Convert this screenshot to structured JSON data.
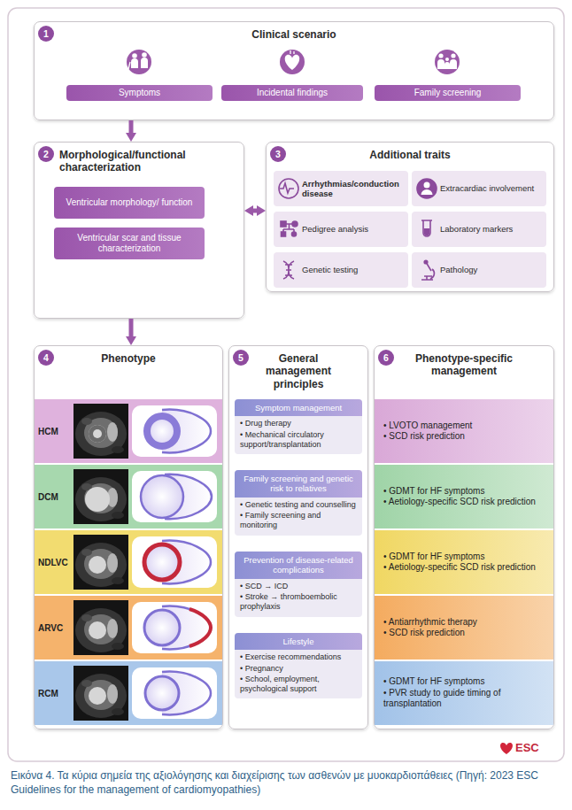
{
  "diagram": {
    "caption": "Εικόνα 4. Τα κύρια σημεία της αξιολόγησης και διαχείρισης των ασθενών με μυοκαρδιοπάθειες (Πηγή: 2023 ESC Guidelines for the management of cardiomyopathies)",
    "nodes": [
      {
        "text": [
          "Clinical scenario"
        ]
      },
      {
        "text": [
          "1"
        ],
        "in": 0
      },
      {
        "text": [
          "Symptoms"
        ],
        "in": 0
      },
      {
        "text": [
          "Incidental findings"
        ],
        "in": 0
      },
      {
        "text": [
          "Family screening"
        ],
        "in": 0
      },
      {
        "text": [
          "Morphological/functional characterization"
        ]
      },
      {
        "text": [
          "2"
        ],
        "in": 5
      },
      {
        "text": [
          "Ventricular morphology/ function"
        ],
        "in": 5
      },
      {
        "text": [
          "Ventricular scar and tissue characterization"
        ],
        "in": 5
      },
      {
        "text": [
          "Additional traits"
        ]
      },
      {
        "text": [
          "3"
        ],
        "in": 9
      },
      {
        "text": [
          "Arrhythmias/conduction disease"
        ],
        "in": 9
      },
      {
        "text": [
          "Extracardiac involvement"
        ],
        "in": 9
      },
      {
        "text": [
          "Pedigree analysis"
        ],
        "in": 9
      },
      {
        "text": [
          "Laboratory markers"
        ],
        "in": 9
      },
      {
        "text": [
          "Genetic testing"
        ],
        "in": 9
      },
      {
        "text": [
          "Pathology"
        ],
        "in": 9
      },
      {
        "text": [
          "Phenotype"
        ]
      },
      {
        "text": [
          "4"
        ],
        "in": 17
      },
      {
        "text": [
          "HCM"
        ],
        "in": 17
      },
      {
        "text": [
          "DCM"
        ],
        "in": 17
      },
      {
        "text": [
          "NDLVC"
        ],
        "in": 17
      },
      {
        "text": [
          "ARVC"
        ],
        "in": 17
      },
      {
        "text": [
          "RCM"
        ],
        "in": 17
      },
      {
        "text": [
          "General management principles"
        ]
      },
      {
        "text": [
          "5"
        ],
        "in": 24
      },
      {
        "text": [
          "Symptom management",
          "• Drug therapy",
          "• Mechanical circulatory support/transplantation"
        ],
        "in": 24
      },
      {
        "text": [
          "Family screening and genetic risk to relatives",
          "• Genetic testing and counselling",
          "• Family screening and monitoring"
        ],
        "in": 24
      },
      {
        "text": [
          "Prevention of disease-related complications",
          "• SCD → ICD",
          "• Stroke → thromboembolic prophylaxis"
        ],
        "in": 24
      },
      {
        "text": [
          "Lifestyle",
          "• Exercise recommendations",
          "• Pregnancy",
          "• School, employment, psychological support"
        ],
        "in": 24
      },
      {
        "text": [
          "Phenotype-specific management"
        ]
      },
      {
        "text": [
          "6"
        ],
        "in": 30
      },
      {
        "text": [
          "• LVOTO management",
          "• SCD risk prediction"
        ],
        "in": 30
      },
      {
        "text": [
          "• GDMT for HF symptoms",
          "• Aetiology-specific SCD risk prediction"
        ],
        "in": 30
      },
      {
        "text": [
          "• GDMT for HF symptoms",
          "• Aetiology-specific SCD risk prediction"
        ],
        "in": 30
      },
      {
        "text": [
          "• Antiarrhythmic therapy",
          "• SCD risk prediction"
        ],
        "in": 30
      },
      {
        "text": [
          "• GDMT for HF symptoms",
          "• PVR study to guide timing of transplantation"
        ],
        "in": 30
      }
    ],
    "edges": [
      {
        "from": 0,
        "to": 5,
        "arrow": "to"
      },
      {
        "from": 5,
        "to": 9,
        "arrow": "both"
      },
      {
        "from": 5,
        "to": 17,
        "arrow": "to"
      }
    ],
    "labels": [
      "ESC"
    ]
  }
}
